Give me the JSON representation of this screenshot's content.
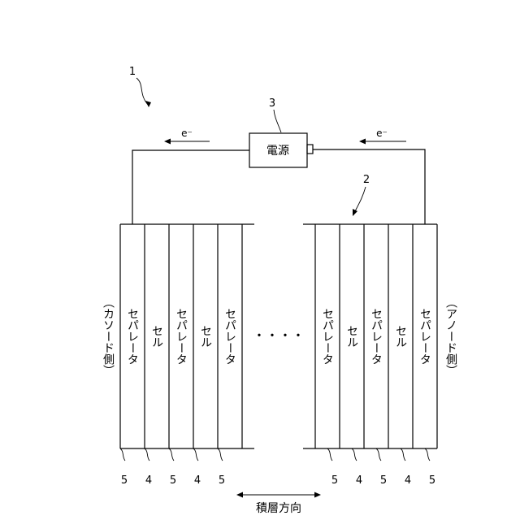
{
  "refs": {
    "system": "1",
    "stack": "2",
    "power_supply": "3"
  },
  "power_supply_label": "電源",
  "electron_label_left": "e⁻",
  "electron_label_right": "e⁻",
  "cathode_side_label": "（カソード側）",
  "anode_side_label": "（アノード側）",
  "separator_label": "セパレータ",
  "cell_label": "セル",
  "ellipsis": "・・・・",
  "stacking_direction_label": "積層方向",
  "left_group": {
    "layers": [
      {
        "kind": "separator",
        "ref": "5"
      },
      {
        "kind": "cell",
        "ref": "4"
      },
      {
        "kind": "separator",
        "ref": "5"
      },
      {
        "kind": "cell",
        "ref": "4"
      },
      {
        "kind": "separator",
        "ref": "5"
      }
    ]
  },
  "right_group": {
    "layers": [
      {
        "kind": "separator",
        "ref": "5"
      },
      {
        "kind": "cell",
        "ref": "4"
      },
      {
        "kind": "separator",
        "ref": "5"
      },
      {
        "kind": "cell",
        "ref": "4"
      },
      {
        "kind": "separator",
        "ref": "5"
      }
    ]
  }
}
